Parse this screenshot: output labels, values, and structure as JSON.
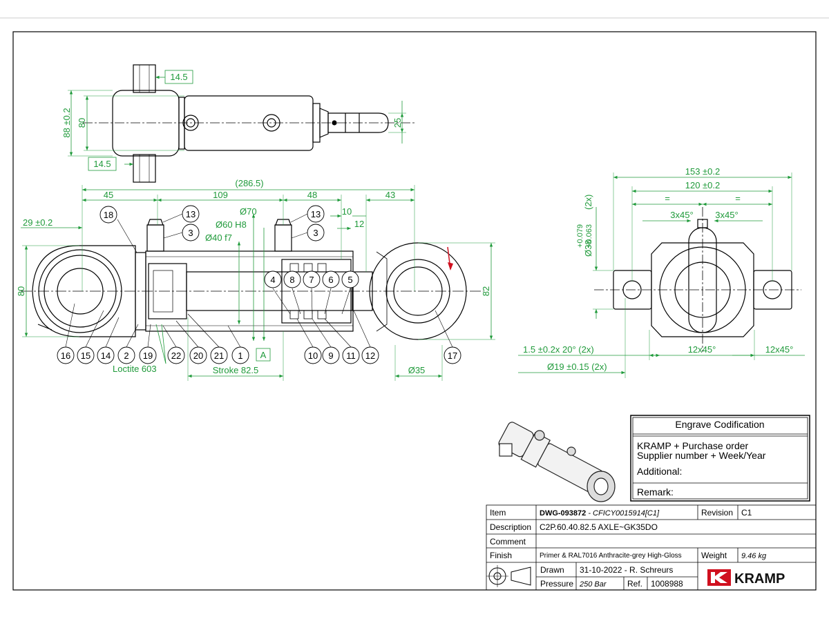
{
  "colors": {
    "dimension": "#1f9a3a",
    "outline": "#000000",
    "logo": "#d0101f",
    "section_arrow": "#d0101f"
  },
  "top_view": {
    "dims": {
      "d_14_5_top": "14.5",
      "d_14_5_bot": "14.5",
      "d_88": "88 ±0.2",
      "d_80": "80",
      "d_25": "25"
    }
  },
  "side_view": {
    "dims": {
      "total": "(286.5)",
      "d45": "45",
      "d109": "109",
      "d48": "48",
      "d43": "43",
      "d10": "10",
      "d12": "12",
      "d29": "29 ±0.2",
      "phi70": "Ø70",
      "phi60": "Ø60 H8",
      "phi40": "Ø40 f7",
      "d80": "80",
      "d82": "82",
      "phi35": "Ø35",
      "stroke": "Stroke 82.5",
      "loctite": "Loctite 603",
      "section": "A"
    },
    "balloons_top": [
      "18",
      "13",
      "3",
      "13",
      "3"
    ],
    "balloons_mid": [
      "4",
      "8",
      "7",
      "6",
      "5"
    ],
    "balloons_bottom": [
      "16",
      "15",
      "14",
      "2",
      "19",
      "22",
      "20",
      "21",
      "1",
      "10",
      "9",
      "11",
      "12",
      "17"
    ]
  },
  "end_view": {
    "dims": {
      "d153": "153 ±0.2",
      "d120": "120 ±0.2",
      "eq1": "=",
      "eq2": "=",
      "c3x45a": "3x45°",
      "c3x45b": "3x45°",
      "phi38_tol_top": "+0.079",
      "phi38_tol_bot": "+0.063",
      "phi38": "Ø38",
      "phi38_qty": "(2x)",
      "d1_5": "1.5 ±0.2x 20° (2x)",
      "phi19": "Ø19 ±0.15 (2x)",
      "c12x45a": "12x45°",
      "c12x45b": "12x45°"
    }
  },
  "engrave": {
    "title": "Engrave Codification",
    "line1": "KRAMP + Purchase order",
    "line2": "Supplier number + Week/Year",
    "additional": "Additional:",
    "remark": "Remark:"
  },
  "title_block": {
    "item_label": "Item",
    "item_value_bold": "DWG-093872",
    "item_value_italic": " - CFICY0015914[C1]",
    "revision_label": "Revision",
    "revision_value": "C1",
    "description_label": "Description",
    "description_value": "C2P.60.40.82.5 AXLE~GK35DO",
    "comment_label": "Comment",
    "comment_value": "",
    "finish_label": "Finish",
    "finish_value": "Primer & RAL7016 Anthracite-grey High-Gloss",
    "weight_label": "Weight",
    "weight_value": "9.46 kg",
    "drawn_label": "Drawn",
    "drawn_value": "31-10-2022 - R. Schreurs",
    "pressure_label": "Pressure",
    "pressure_value": "250 Bar",
    "ref_label": "Ref.",
    "ref_value": "1008988",
    "brand": "KRAMP"
  }
}
